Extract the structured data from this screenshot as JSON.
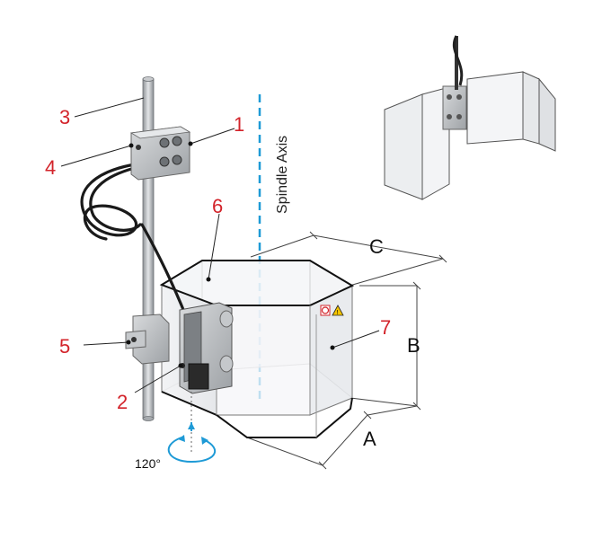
{
  "callouts": {
    "c1": "1",
    "c2": "2",
    "c3": "3",
    "c4": "4",
    "c5": "5",
    "c6": "6",
    "c7": "7"
  },
  "dimensions": {
    "a": "A",
    "b": "B",
    "c": "C"
  },
  "spindle_axis_label": "Spindle Axis",
  "rotation_label": "120°",
  "colors": {
    "callout": "#d3242b",
    "axis_line": "#1e9ad6",
    "rotation_arrow": "#1e9ad6"
  }
}
